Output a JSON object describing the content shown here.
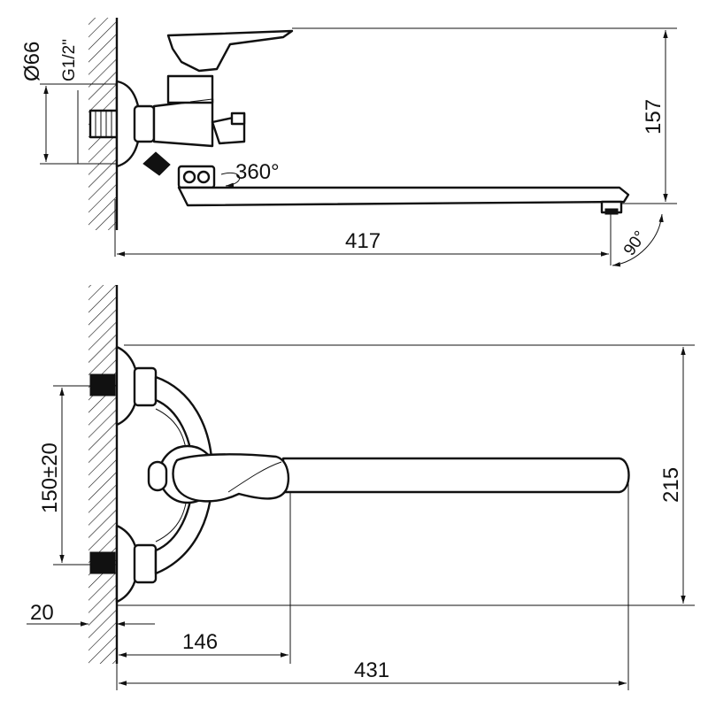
{
  "drawing": {
    "top_view": {
      "dim_diameter": "Ø66",
      "dim_thread": "G1/2\"",
      "dim_height": "157",
      "dim_length": "417",
      "dim_rotation": "360°",
      "dim_angle": "90°"
    },
    "bottom_view": {
      "dim_spacing": "150±20",
      "dim_height": "215",
      "dim_wall_offset": "20",
      "dim_lever_reach": "146",
      "dim_total_length": "431"
    }
  },
  "colors": {
    "line": "#111111",
    "background": "#ffffff"
  }
}
